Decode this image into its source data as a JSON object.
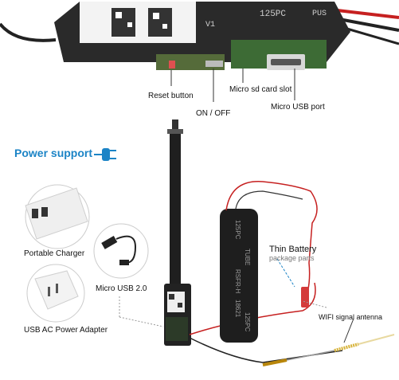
{
  "heading": "Power support",
  "labels": {
    "reset_button": "Reset button",
    "on_off": "ON / OFF",
    "micro_sd": "Micro sd card slot",
    "micro_usb_port": "Micro USB port",
    "portable_charger": "Portable Charger",
    "micro_usb_20": "Micro USB 2.0",
    "usb_ac_adapter": "USB AC Power Adapter",
    "thin_battery": "Thin Battery",
    "package_parts": "package parts",
    "wifi_antenna": "WIFI signal antenna"
  },
  "board_print": {
    "rev": "V1",
    "model": "125PC",
    "mark": "PUS"
  },
  "battery_print": {
    "line1": "125PC",
    "line2": "TUBE",
    "line3": "RSFR-H",
    "line4": "18621",
    "line5": "125PC"
  },
  "colors": {
    "accent": "#1c84c6",
    "board": "#2b2b2b",
    "wire_red": "#c62020"
  }
}
